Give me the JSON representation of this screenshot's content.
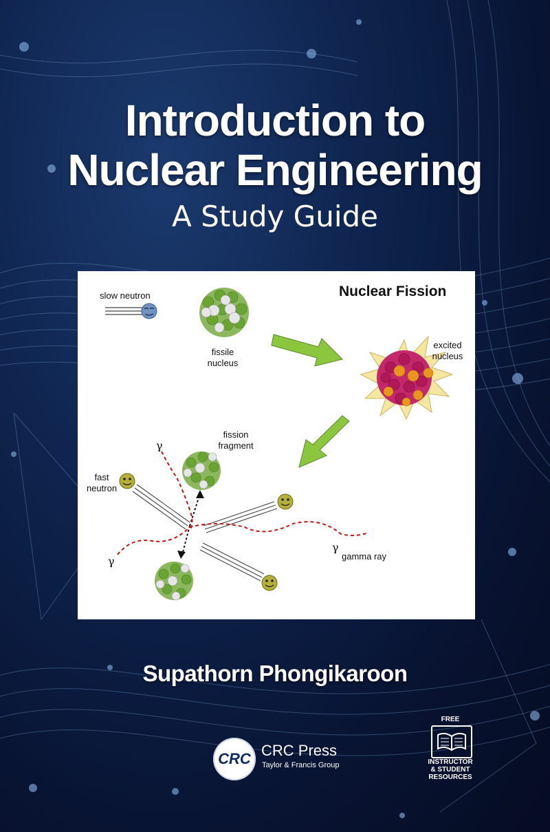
{
  "cover": {
    "title_line1": "Introduction to",
    "title_line2": "Nuclear Engineering",
    "subtitle": "A Study Guide",
    "author": "Supathorn Phongikaroon",
    "publisher": {
      "logo_text": "CRC",
      "name": "CRC Press",
      "subtitle": "Taylor & Francis Group"
    },
    "badge": {
      "top": "FREE",
      "text": "INSTRUCTOR\n& STUDENT\nRESOURCES",
      "icon": "open-book-icon"
    },
    "colors": {
      "background": "#0c1f48",
      "network_lines": "#7fa8d6",
      "fragment_green": "#6aa534",
      "excited_magenta": "#b0185a",
      "excited_orange": "#e8961e",
      "arrow_green": "#8cc63f",
      "gamma_red": "#cc1111"
    }
  },
  "figure": {
    "title": "Nuclear Fission",
    "labels": {
      "slow_neutron": "slow neutron",
      "fissile_nucleus": "fissile\nnucleus",
      "excited_nucleus": "excited\nnucleus",
      "fission_fragment": "fission\nfragment",
      "fast_neutron": "fast\nneutron",
      "gamma_ray": "gamma ray",
      "gamma_symbol": "γ"
    }
  }
}
